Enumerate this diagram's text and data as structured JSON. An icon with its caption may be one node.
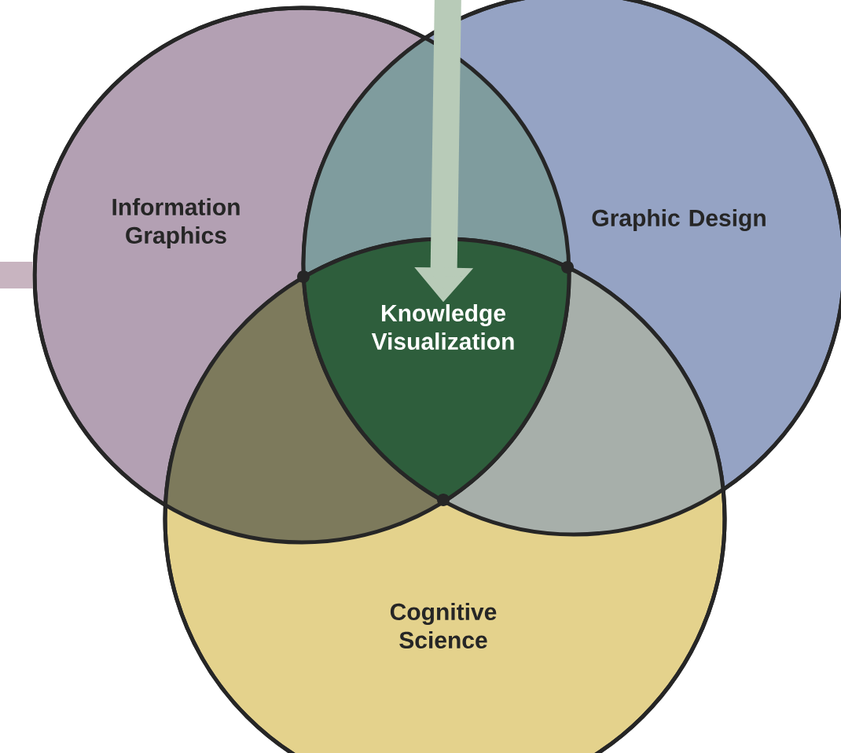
{
  "diagram": {
    "nodes": [
      {
        "text": [
          "Information Graphics"
        ]
      },
      {
        "text": [
          "Graphic Design"
        ]
      },
      {
        "text": [
          "Cognitive Science"
        ]
      },
      {
        "text": [
          "Knowledge Visualization"
        ]
      }
    ],
    "edges": [
      {
        "from": null,
        "to": 3,
        "arrow": "to",
        "color": "#b8cbb8"
      },
      {
        "from": null,
        "to": 0,
        "arrow": "none",
        "color": "#c8b4c0"
      }
    ]
  }
}
